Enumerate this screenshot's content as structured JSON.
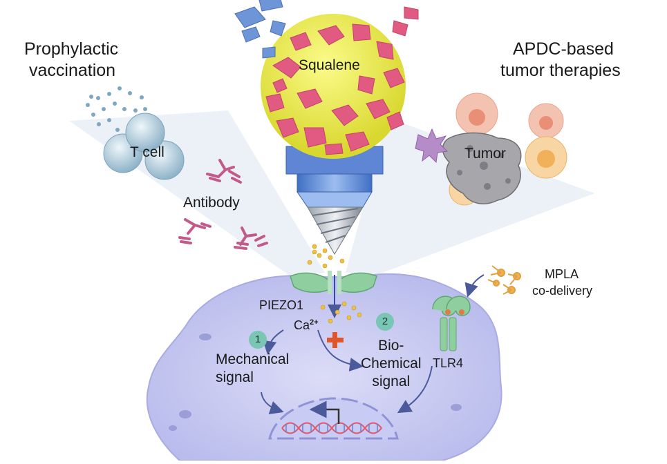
{
  "labels": {
    "prophylactic": [
      "Prophylactic",
      "vaccination"
    ],
    "apdc": [
      "APDC-based",
      "tumor therapies"
    ],
    "squalene": "Squalene",
    "tcell": "T cell",
    "tumor": "Tumor",
    "antibody": "Antibody",
    "mpla": [
      "MPLA",
      "co-delivery"
    ],
    "piezo1": "PIEZO1",
    "calcium": "Ca",
    "calcium_charge": "2+",
    "tlr4": "TLR4",
    "step1_number": "1",
    "step2_number": "2",
    "mechanical": [
      "Mechanical",
      "signal"
    ],
    "biochemical": [
      "Bio-",
      "Chemical",
      "signal"
    ],
    "plus": "+"
  },
  "colors": {
    "cell": "#c7c9f0",
    "cell_edge": "#a9abe2",
    "squalene_core": "#e8ea4a",
    "particle_shard": "#e05a82",
    "drill": "#6d8fd0",
    "channel": "#8fcf9f",
    "antibody": "#c25a8a",
    "arrow": "#4a5a9a",
    "plus": "#e0562b",
    "step_badge": "#79c6b4"
  },
  "icons": [
    "antibody-icon",
    "t-cell-icon",
    "tumor-cell-icon",
    "drill-icon",
    "dna-icon",
    "mpla-icon",
    "tlr4-receptor-icon",
    "piezo1-channel-icon"
  ]
}
